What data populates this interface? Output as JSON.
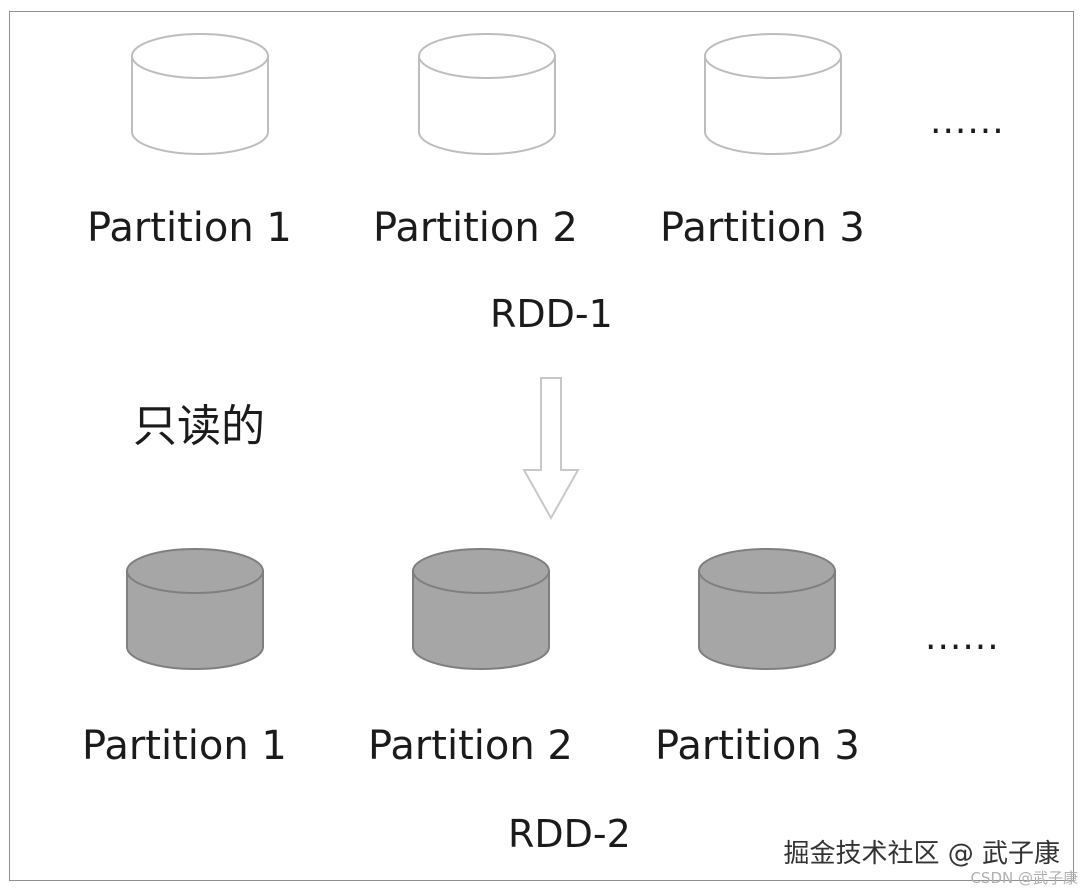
{
  "rdd1": {
    "name": "RDD-1",
    "partitions": [
      "Partition 1",
      "Partition 2",
      "Partition 3"
    ],
    "ellipsis": "......",
    "cylinder_fill": "#ffffff",
    "cylinder_stroke": "#bdbdbd"
  },
  "rdd2": {
    "name": "RDD-2",
    "partitions": [
      "Partition 1",
      "Partition 2",
      "Partition 3"
    ],
    "ellipsis": "......",
    "cylinder_fill": "#a6a6a6",
    "cylinder_stroke": "#7f7f7f"
  },
  "readonly_label": "只读的",
  "arrow": {
    "icon": "down-arrow-icon",
    "stroke": "#c8c8c8"
  },
  "watermark": {
    "main": "掘金技术社区 @ 武子康",
    "sub": "CSDN @武子康"
  }
}
